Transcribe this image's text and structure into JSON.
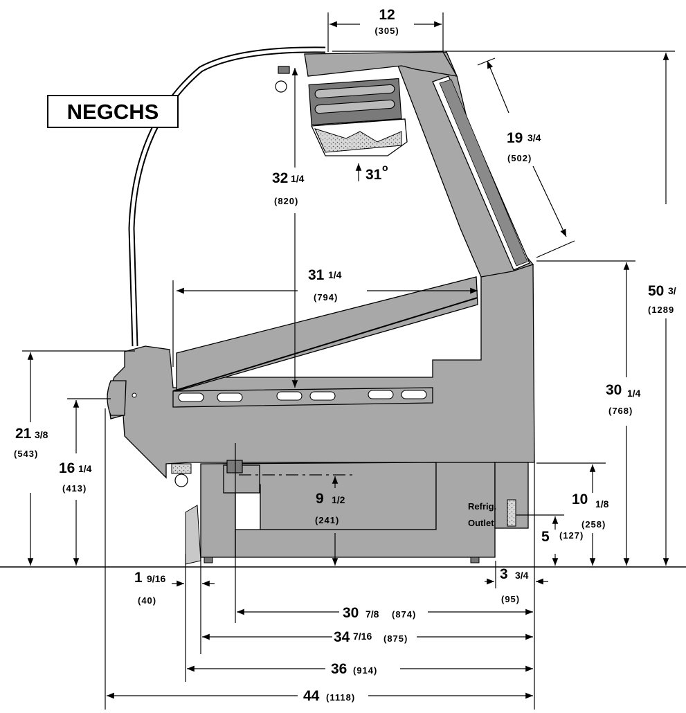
{
  "title": "NEGCHS",
  "angle": {
    "value": "31",
    "unit": "o"
  },
  "refrig_outlet": {
    "line1": "Refrig.",
    "line2": "Outlet"
  },
  "dimensions": {
    "top_width": {
      "whole": "12",
      "frac": "",
      "mm": "(305)"
    },
    "glass_length": {
      "whole": "19",
      "frac": "3/4",
      "mm": "(502)"
    },
    "interior_height": {
      "whole": "32",
      "frac": "1/4",
      "mm": "(820)"
    },
    "deck_depth": {
      "whole": "31",
      "frac": "1/4",
      "mm": "(794)"
    },
    "overall_height": {
      "whole": "50",
      "frac": "3/",
      "mm": "(1289"
    },
    "rear_height": {
      "whole": "30",
      "frac": "1/4",
      "mm": "(768)"
    },
    "front_height": {
      "whole": "21",
      "frac": "3/8",
      "mm": "(543)"
    },
    "bumper_height": {
      "whole": "16",
      "frac": "1/4",
      "mm": "(413)"
    },
    "base_opening": {
      "whole": "9",
      "frac": "1/2",
      "mm": "(241)"
    },
    "rear_base": {
      "whole": "10",
      "frac": "1/8",
      "mm": "(258)"
    },
    "outlet_height": {
      "whole": "5",
      "frac": "",
      "mm": "(127)"
    },
    "front_offset": {
      "whole": "1",
      "frac": "9/16",
      "mm": "(40)"
    },
    "rear_offset": {
      "whole": "3",
      "frac": "3/4",
      "mm": "(95)"
    },
    "depth_a": {
      "whole": "30",
      "frac": "7/8",
      "mm": "(874)"
    },
    "depth_b": {
      "whole": "34",
      "frac": "7/16",
      "mm": "(875)"
    },
    "depth_c": {
      "whole": "36",
      "frac": "",
      "mm": "(914)"
    },
    "depth_d": {
      "whole": "44",
      "frac": "",
      "mm": "(1118)"
    }
  }
}
